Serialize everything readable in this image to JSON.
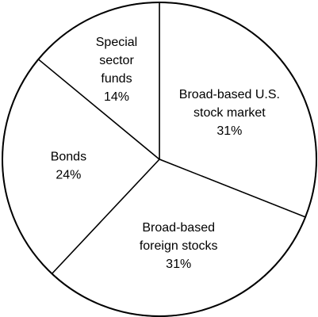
{
  "chart_data": {
    "type": "pie",
    "start_angle_deg": 0,
    "direction": "clockwise",
    "slices": [
      {
        "label_lines": [
          "Broad-based U.S.",
          "stock market"
        ],
        "percent_label": "31%",
        "value": 31
      },
      {
        "label_lines": [
          "Broad-based",
          "foreign stocks"
        ],
        "percent_label": "31%",
        "value": 31
      },
      {
        "label_lines": [
          "Bonds"
        ],
        "percent_label": "24%",
        "value": 24
      },
      {
        "label_lines": [
          "Special",
          "sector",
          "funds"
        ],
        "percent_label": "14%",
        "value": 14
      }
    ]
  }
}
